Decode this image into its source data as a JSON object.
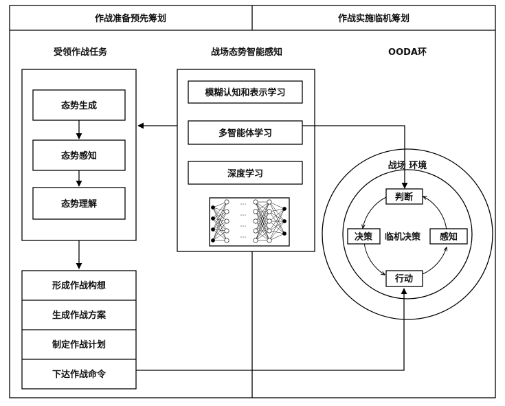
{
  "header": {
    "left": "作战准备预先筹划",
    "right": "作战实施临机筹划"
  },
  "sections": {
    "task": "受领作战任务",
    "perception": "战场态势智能感知",
    "ooda": "OODA环"
  },
  "situation_steps": [
    "态势生成",
    "态势感知",
    "态势理解"
  ],
  "planning_steps": [
    "形成作战构想",
    "生成作战方案",
    "制定作战计划",
    "下达作战命令"
  ],
  "methods": [
    "模糊认知和表示学习",
    "多智能体学习",
    "深度学习"
  ],
  "ooda_loop": {
    "environment": "战场 环境",
    "center": "临机决策",
    "judge": "判断",
    "decide": "决策",
    "perceive": "感知",
    "act": "行动"
  },
  "nn_ellipsis": "⋯"
}
